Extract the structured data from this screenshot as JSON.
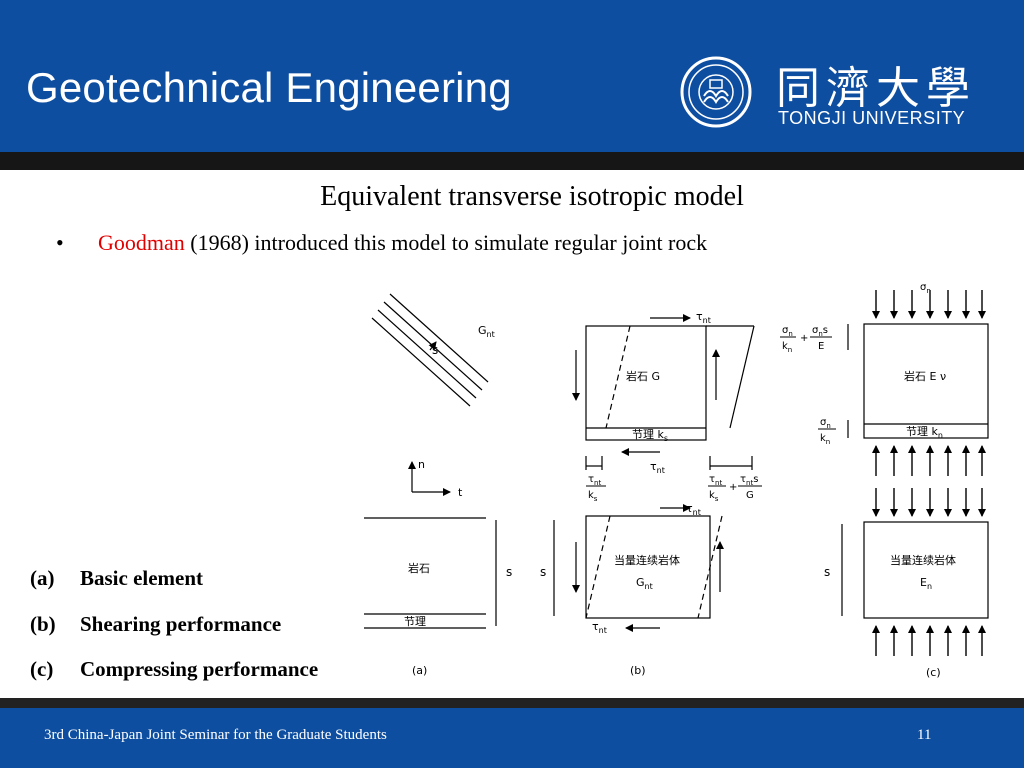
{
  "header": {
    "title": "Geotechnical Engineering",
    "university_cn": "同濟大學",
    "university_en": "TONGJI UNIVERSITY",
    "bg_color": "#0e4ea0"
  },
  "slide": {
    "title": "Equivalent transverse isotropic model",
    "bullet_symbol": "•",
    "bullet_name": "Goodman",
    "bullet_rest": " (1968) introduced this model to simulate regular joint rock",
    "name_color": "#e00000"
  },
  "figure": {
    "a": {
      "G_nt": "G",
      "G_sub": "nt",
      "s_label": "s",
      "n_label": "n",
      "t_label": "t",
      "rock": "岩石",
      "joint": "节理",
      "S": "s",
      "caption": "(a)"
    },
    "b": {
      "tau_top": "τ",
      "tau_top_sub": "nt",
      "rock": "岩石   G",
      "joint": "节理  k",
      "joint_sub": "s",
      "tau_mid": "τ",
      "tau_mid_sub": "nt",
      "f1_num": "τ",
      "f1_num_sub": "nt",
      "f1_den": "k",
      "f1_den_sub": "s",
      "f2_num": "τ",
      "f2_num_sub": "nt",
      "f2_den": "k",
      "f2_den_sub": "s",
      "plus": "+",
      "f3_num": "τ",
      "f3_num_sub": "nt",
      "f3_num_tail": "s",
      "f3_den": "G",
      "tau_lower_top": "τ",
      "tau_lower_top_sub": "nt",
      "equiv": "当量连续岩体",
      "G_equiv": "G",
      "G_equiv_sub": "nt",
      "tau_bottom": "τ",
      "tau_bottom_sub": "nt",
      "S": "s",
      "caption": "(b)"
    },
    "c": {
      "sigma_top": "σ",
      "sigma_top_sub": "n",
      "f1_num": "σ",
      "f1_num_sub": "n",
      "f1_den": "k",
      "f1_den_sub": "n",
      "plus": "+",
      "f2_num": "σ",
      "f2_num_sub": "n",
      "f2_num_tail": "s",
      "f2_den": "E",
      "rock": "岩石   E   ν",
      "f3_num": "σ",
      "f3_num_sub": "n",
      "f3_den": "k",
      "f3_den_sub": "n",
      "joint": "节理  k",
      "joint_sub": "n",
      "equiv": "当量连续岩体",
      "E_n": "E",
      "E_n_sub": "n",
      "S": "s",
      "caption": "(c)"
    }
  },
  "labels": [
    {
      "key": "(a)",
      "text": "Basic element"
    },
    {
      "key": "(b)",
      "text": "Shearing performance"
    },
    {
      "key": "(c)",
      "text": "Compressing performance"
    }
  ],
  "footer": {
    "text": "3rd China-Japan Joint Seminar for the Graduate Students",
    "page": "11"
  }
}
